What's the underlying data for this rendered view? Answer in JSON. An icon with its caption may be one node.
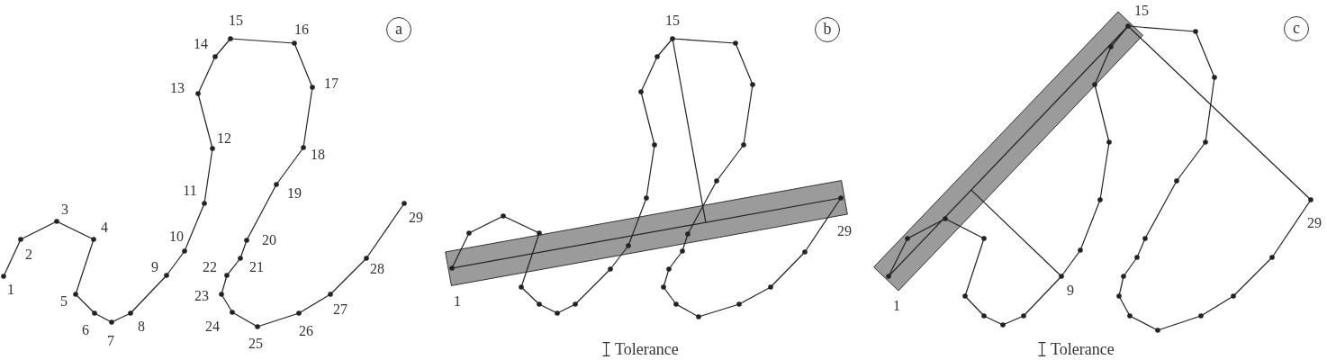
{
  "diagram": {
    "nodes": [
      {
        "text": [
          "a"
        ]
      },
      {
        "text": [
          "b"
        ]
      },
      {
        "text": [
          "c"
        ]
      }
    ],
    "labels": [
      "1",
      "2",
      "3",
      "4",
      "5",
      "6",
      "7",
      "8",
      "9",
      "10",
      "11",
      "12",
      "13",
      "14",
      "15",
      "16",
      "17",
      "18",
      "19",
      "20",
      "21",
      "22",
      "23",
      "24",
      "25",
      "26",
      "27",
      "28",
      "29",
      "1",
      "15",
      "29",
      "1",
      "9",
      "15",
      "29"
    ],
    "legend": [
      {
        "text": "Tolerance"
      },
      {
        "text": "Tolerance"
      }
    ]
  }
}
